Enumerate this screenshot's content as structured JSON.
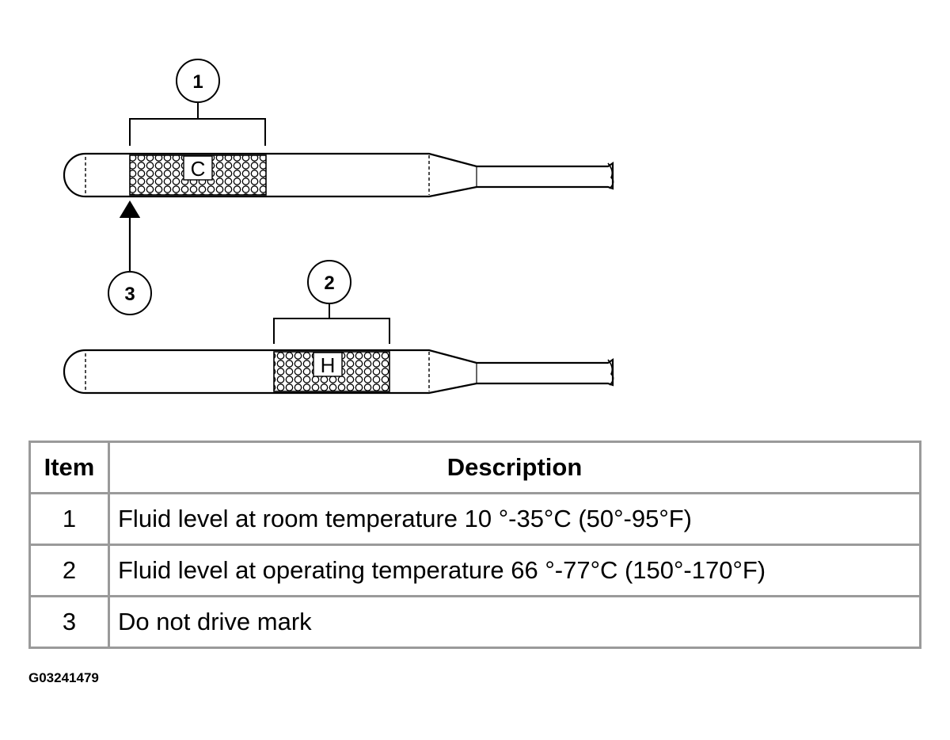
{
  "figure": {
    "callouts": [
      "1",
      "2",
      "3"
    ],
    "cold_zone_letter": "C",
    "hot_zone_letter": "H"
  },
  "table": {
    "headers": {
      "item": "Item",
      "description": "Description"
    },
    "rows": [
      {
        "item": "1",
        "description": "Fluid level at room temperature 10 °-35°C (50°-95°F)"
      },
      {
        "item": "2",
        "description": "Fluid level at operating temperature 66 °-77°C (150°-170°F)"
      },
      {
        "item": "3",
        "description": "Do not drive mark"
      }
    ]
  },
  "figure_code": "G03241479"
}
